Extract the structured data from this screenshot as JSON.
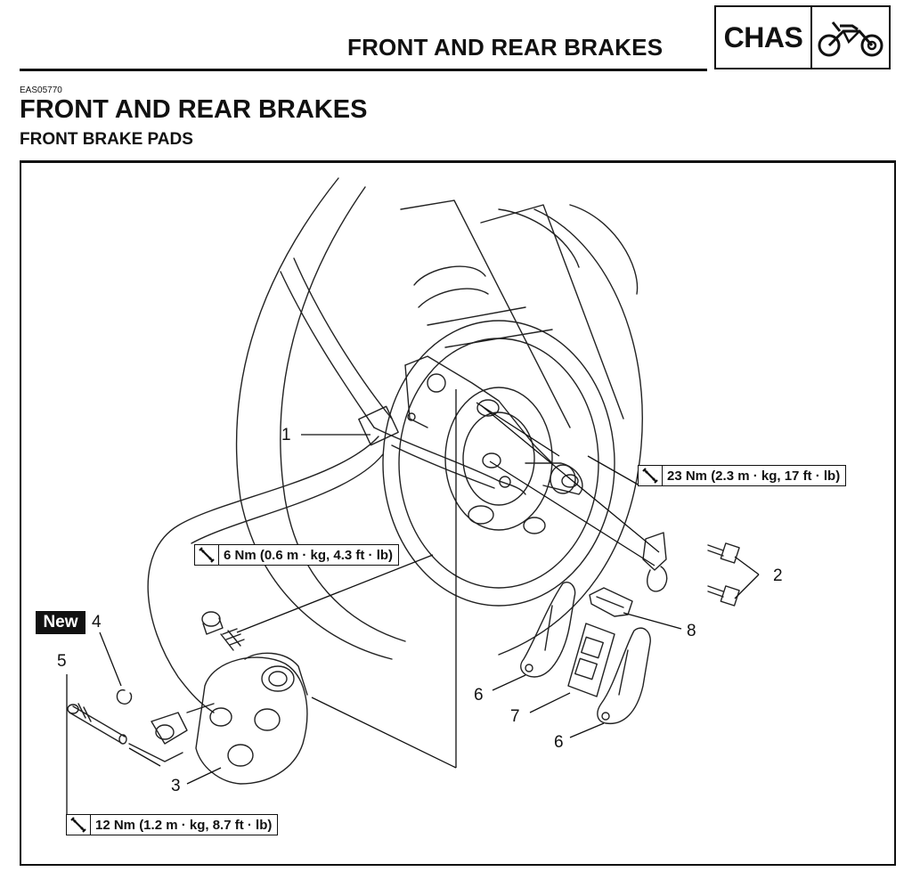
{
  "header": {
    "title": "FRONT AND REAR BRAKES",
    "section_tag": "CHAS",
    "section_icon": "motorcycle-icon"
  },
  "document": {
    "code": "EAS05770",
    "title": "FRONT AND REAR BRAKES",
    "subtitle": "FRONT BRAKE PADS"
  },
  "diagram": {
    "callouts": {
      "c1": "1",
      "c2": "2",
      "c3": "3",
      "c4": "4",
      "c5": "5",
      "c6a": "6",
      "c6b": "6",
      "c7": "7",
      "c8": "8"
    },
    "badge_new": "New",
    "torque_icon": "wrench-icon",
    "torques": {
      "t23": "23 Nm (2.3 m · kg, 17 ft · lb)",
      "t6": "6 Nm (0.6 m · kg, 4.3 ft · lb)",
      "t12": "12 Nm (1.2 m · kg, 8.7 ft · lb)"
    }
  }
}
